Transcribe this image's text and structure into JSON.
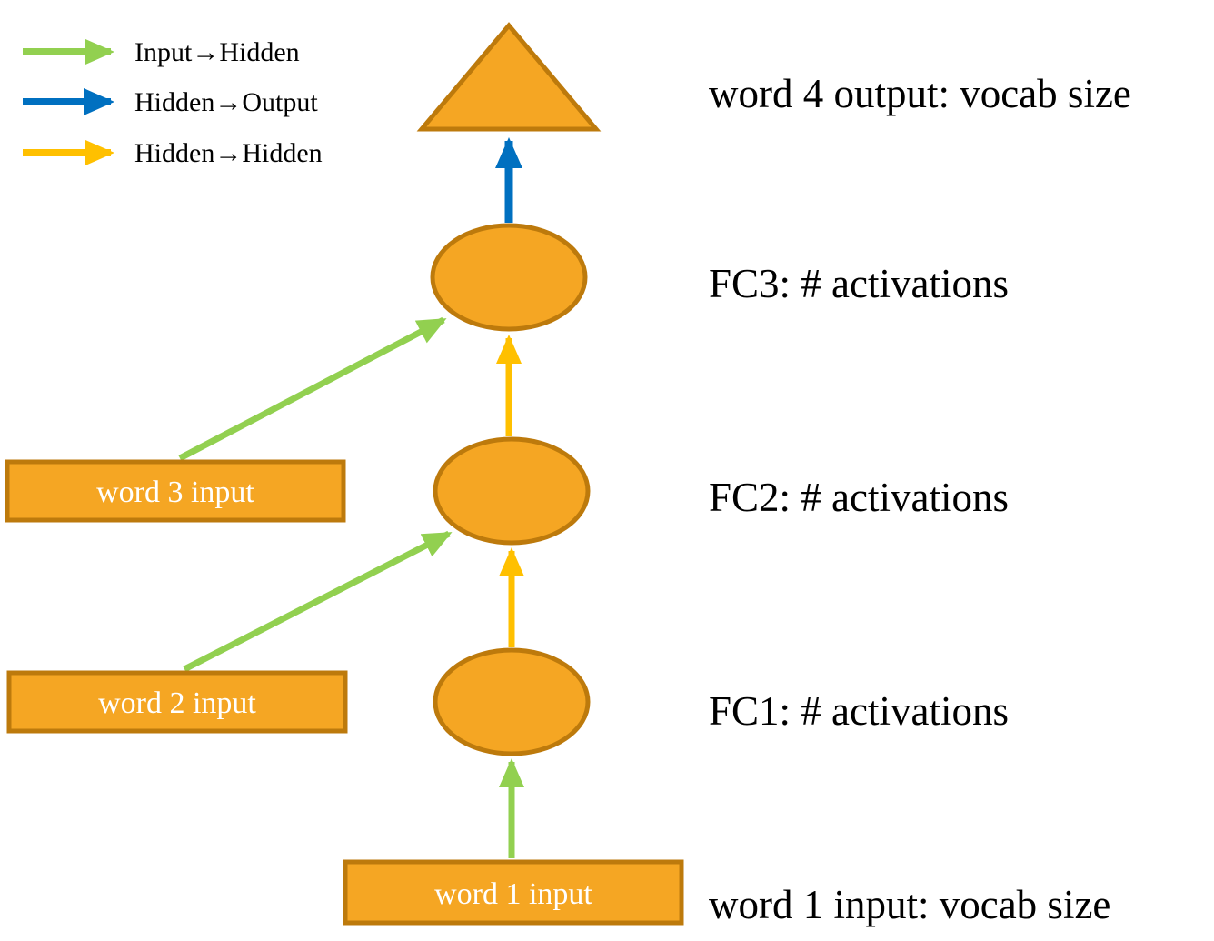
{
  "colors": {
    "node_fill": "#F5A623",
    "node_stroke": "#BD7A0C",
    "input_hidden": "#92D050",
    "hidden_output": "#0070C0",
    "hidden_hidden": "#FFC000",
    "label_text": "#000000",
    "node_label_text": "#FFFFFF"
  },
  "legend": {
    "items": [
      {
        "label": "Input→Hidden",
        "color": "#92D050"
      },
      {
        "label": "Hidden→Output",
        "color": "#0070C0"
      },
      {
        "label": "Hidden→Hidden",
        "color": "#FFC000"
      }
    ]
  },
  "nodes": {
    "word1_box": "word 1 input",
    "word2_box": "word 2 input",
    "word3_box": "word 3 input"
  },
  "annotations": {
    "output": "word 4 output: vocab size",
    "fc3": "FC3: # activations",
    "fc2": "FC2: # activations",
    "fc1": "FC1: # activations",
    "input": "word 1 input: vocab size"
  }
}
